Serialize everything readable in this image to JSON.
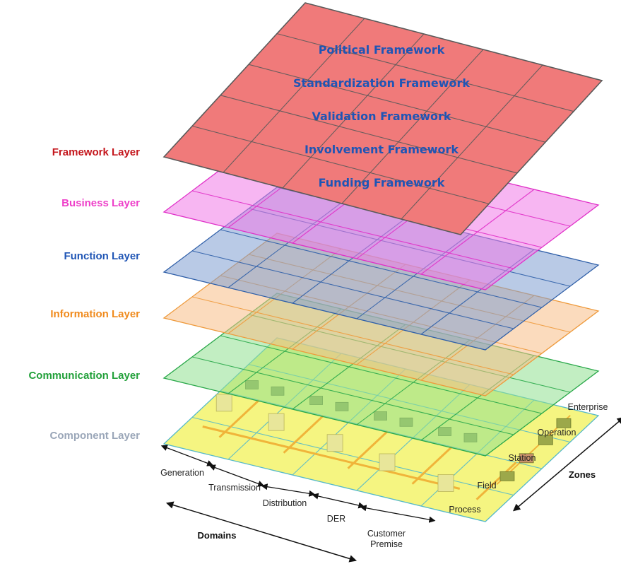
{
  "layers": [
    {
      "key": "component",
      "label": "Component Layer",
      "label_color": "#9aa6b8",
      "fill": "#f4f47a",
      "stroke": "#55b9c9"
    },
    {
      "key": "communication",
      "label": "Communication Layer",
      "label_color": "#22a03a",
      "fill": "#8fe08f",
      "stroke": "#2aa84a"
    },
    {
      "key": "information",
      "label": "Information Layer",
      "label_color": "#f08a1c",
      "fill": "#f7be86",
      "stroke": "#ee9a3c"
    },
    {
      "key": "function",
      "label": "Function Layer",
      "label_color": "#1f55b5",
      "fill": "#7f9fd2",
      "stroke": "#2f5fa8"
    },
    {
      "key": "business",
      "label": "Business Layer",
      "label_color": "#ee3fc9",
      "fill": "#f07ae8",
      "stroke": "#e030c8"
    },
    {
      "key": "framework",
      "label": "Framework Layer",
      "label_color": "#c4161c",
      "fill": "#f07a7a",
      "stroke": "#5a5a5a"
    }
  ],
  "framework_items": [
    "Political  Framework",
    "Standardization  Framework",
    "Validation  Framework",
    "Involvement Framework",
    "Funding  Framework"
  ],
  "domains": {
    "title": "Domains",
    "items": [
      "Generation",
      "Transmission",
      "Distribution",
      "DER",
      "Customer\nPremise"
    ]
  },
  "zones": {
    "title": "Zones",
    "items": [
      "Process",
      "Field",
      "Station",
      "Operation",
      "Enterprise"
    ]
  },
  "colors": {
    "component_block": "#9ca84a",
    "component_block_accent": "#c8906a",
    "component_line": "#f0b43a",
    "axis": "#111111"
  }
}
